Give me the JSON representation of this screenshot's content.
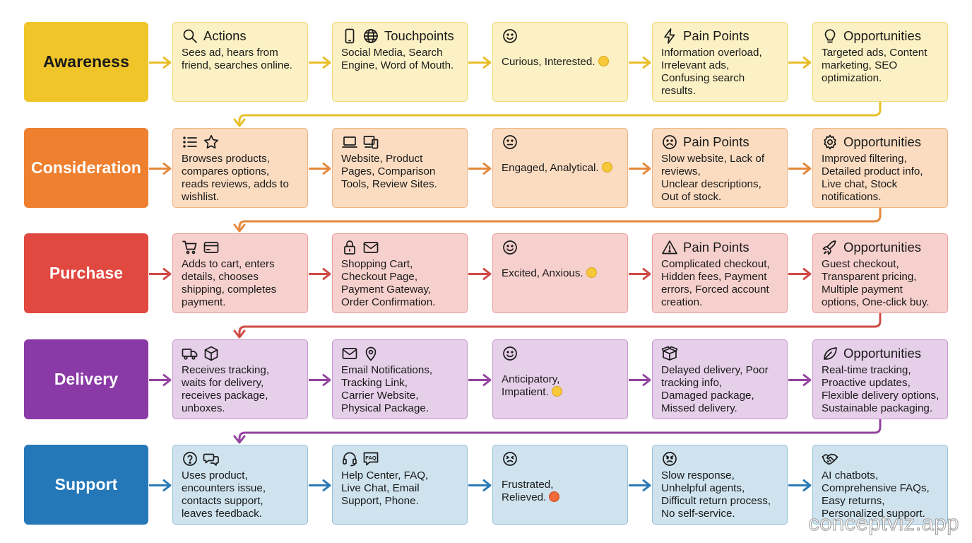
{
  "watermark": "conceptviz.app",
  "rows": [
    {
      "stage": "Awareness",
      "colors": {
        "stage_bg": "#f0c52a",
        "stage_text": "#1a1a1a",
        "card_bg": "#fcf1c4",
        "card_border": "#efd977",
        "arrow": "#e8bf2a"
      },
      "cells": [
        {
          "icons": [
            "search-icon"
          ],
          "title": "Actions",
          "text": "Sees ad, hears from\nfriend, searches online."
        },
        {
          "icons": [
            "smartphone-icon",
            "globe-icon"
          ],
          "title": "Touchpoints",
          "text": "Social Media, Search\nEngine, Word of Mouth."
        },
        {
          "icons": [
            "smile-icon"
          ],
          "title": "",
          "text": "Curious, Interested.",
          "emoji": "yellow"
        },
        {
          "icons": [
            "lightning-icon"
          ],
          "title": "Pain Points",
          "text": "Information overload,\nIrrelevant ads,\nConfusing search\nresults."
        },
        {
          "icons": [
            "lightbulb-icon"
          ],
          "title": "Opportunities",
          "text": "Targeted ads, Content\nmarketing, SEO\noptimization."
        }
      ]
    },
    {
      "stage": "Consideration",
      "colors": {
        "stage_bg": "#ee8030",
        "stage_text": "#ffffff",
        "card_bg": "#fbdcc1",
        "card_border": "#f0b585",
        "arrow": "#e5893b"
      },
      "cells": [
        {
          "icons": [
            "list-icon",
            "star-icon"
          ],
          "title": "",
          "text": "Browses products,\ncompares options,\nreads reviews, adds to\nwishlist."
        },
        {
          "icons": [
            "laptop-icon",
            "devices-icon"
          ],
          "title": "",
          "text": "Website, Product\nPages, Comparison\nTools, Review Sites."
        },
        {
          "icons": [
            "neutral-face-icon"
          ],
          "title": "",
          "text": "Engaged, Analytical.",
          "emoji": "yellow"
        },
        {
          "icons": [
            "frown-icon"
          ],
          "title": "Pain Points",
          "text": "Slow website, Lack of\nreviews,\nUnclear descriptions,\nOut of stock."
        },
        {
          "icons": [
            "gear-icon"
          ],
          "title": "Opportunities",
          "text": "Improved filtering,\nDetailed product info,\nLive chat, Stock\nnotifications."
        }
      ]
    },
    {
      "stage": "Purchase",
      "colors": {
        "stage_bg": "#e04840",
        "stage_text": "#ffffff",
        "card_bg": "#f6d0cd",
        "card_border": "#e9a09b",
        "arrow": "#cf4a44"
      },
      "cells": [
        {
          "icons": [
            "cart-icon",
            "credit-card-icon"
          ],
          "title": "",
          "text": "Adds to cart, enters\ndetails, chooses\nshipping, completes\npayment."
        },
        {
          "icons": [
            "lock-icon",
            "mail-icon"
          ],
          "title": "",
          "text": "Shopping Cart,\nCheckout Page,\nPayment Gateway,\nOrder Confirmation."
        },
        {
          "icons": [
            "smile-icon"
          ],
          "title": "",
          "text": "Excited, Anxious.",
          "emoji": "yellow"
        },
        {
          "icons": [
            "warning-icon"
          ],
          "title": "Pain Points",
          "text": "Complicated checkout,\nHidden fees, Payment\nerrors, Forced account\ncreation."
        },
        {
          "icons": [
            "rocket-icon"
          ],
          "title": "Opportunities",
          "text": "Guest checkout,\nTransparent pricing,\nMultiple payment\noptions, One-click buy."
        }
      ]
    },
    {
      "stage": "Delivery",
      "colors": {
        "stage_bg": "#8a3aa6",
        "stage_text": "#ffffff",
        "card_bg": "#e6cfe9",
        "card_border": "#c79ad0",
        "arrow": "#93449f"
      },
      "cells": [
        {
          "icons": [
            "truck-icon",
            "package-icon"
          ],
          "title": "",
          "text": "Receives tracking,\nwaits for delivery,\nreceives package,\nunboxes."
        },
        {
          "icons": [
            "mail-icon",
            "location-pin-icon"
          ],
          "title": "",
          "text": "Email Notifications,\nTracking Link,\nCarrier Website,\nPhysical Package."
        },
        {
          "icons": [
            "smile-icon"
          ],
          "title": "",
          "text": "Anticipatory,\nImpatient.",
          "emoji": "yellow"
        },
        {
          "icons": [
            "open-box-icon"
          ],
          "title": "",
          "text": "Delayed delivery, Poor\ntracking info,\nDamaged package,\nMissed delivery."
        },
        {
          "icons": [
            "leaf-icon"
          ],
          "title": "Opportunities",
          "text": "Real-time tracking,\nProactive updates,\nFlexible delivery options,\nSustainable packaging."
        }
      ]
    },
    {
      "stage": "Support",
      "colors": {
        "stage_bg": "#2478b8",
        "stage_text": "#ffffff",
        "card_bg": "#cfe3ee",
        "card_border": "#94c1d8",
        "arrow": "#2b7bb5"
      },
      "cells": [
        {
          "icons": [
            "help-circle-icon",
            "chat-bubbles-icon"
          ],
          "title": "",
          "text": "Uses product,\nencounters issue,\ncontacts support,\nleaves feedback."
        },
        {
          "icons": [
            "headset-icon",
            "faq-icon"
          ],
          "title": "",
          "text": "Help Center, FAQ,\nLive Chat, Email\nSupport, Phone."
        },
        {
          "icons": [
            "tired-face-icon"
          ],
          "title": "",
          "text": "Frustrated,\nRelieved.",
          "emoji": "red"
        },
        {
          "icons": [
            "upset-face-icon"
          ],
          "title": "",
          "text": "Slow response,\nUnhelpful agents,\nDifficult return process,\nNo self-service."
        },
        {
          "icons": [
            "handshake-icon"
          ],
          "title": "",
          "text": "AI chatbots,\nComprehensive FAQs,\nEasy returns,\nPersonalized support."
        }
      ]
    }
  ]
}
